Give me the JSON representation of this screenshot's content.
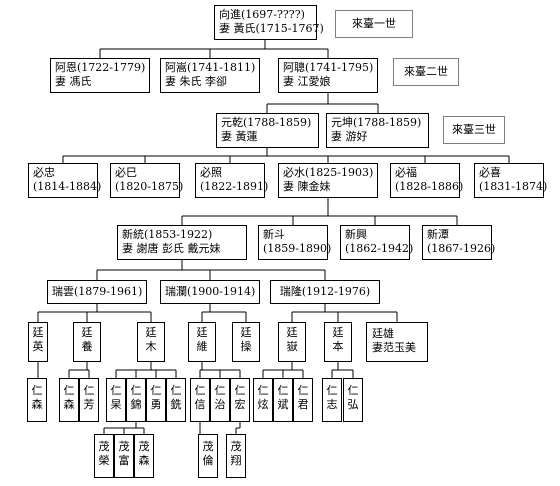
{
  "generations": [
    "來臺一世",
    "來臺二世",
    "來臺三世"
  ],
  "gen1": {
    "line1": "向進(1697-????)",
    "line2": "妻 黃氏(1715-1767)"
  },
  "gen2": [
    {
      "line1": "阿恩(1722-1779)",
      "line2": "妻 馮氏"
    },
    {
      "line1": "阿嵩(1741-1811)",
      "line2": "妻 朱氏 李卻"
    },
    {
      "line1": "阿聰(1741-1795)",
      "line2": "妻 江愛娘"
    }
  ],
  "gen3": [
    {
      "line1": "元乾(1788-1859)",
      "line2": "妻 黃蓮"
    },
    {
      "line1": "元坤(1788-1859)",
      "line2": "妻 游好"
    }
  ],
  "gen4": [
    {
      "line1": "必忠",
      "line2": "(1814-1884)"
    },
    {
      "line1": "必巳",
      "line2": "(1820-1875)"
    },
    {
      "line1": "必照",
      "line2": "(1822-1891)"
    },
    {
      "line1": "必水(1825-1903)",
      "line2": "妻 陳金妹"
    },
    {
      "line1": "必福",
      "line2": "(1828-1886)"
    },
    {
      "line1": "必喜",
      "line2": "(1831-1874)"
    }
  ],
  "gen5": [
    {
      "line1": "新統(1853-1922)",
      "line2": "妻 謝唐 彭氏  戴元妹"
    },
    {
      "line1": "新斗",
      "line2": "(1859-1890)"
    },
    {
      "line1": "新興",
      "line2": "(1862-1942)"
    },
    {
      "line1": "新潭",
      "line2": "(1867-1926)"
    }
  ],
  "gen6": [
    "瑞雲(1879-1961)",
    "瑞瀾(1900-1914)",
    "瑞隆(1912-1976)"
  ],
  "gen7": [
    "廷英",
    "廷養",
    "廷木",
    "廷維",
    "廷操",
    "廷嶽",
    "廷本",
    {
      "line1": "廷雄",
      "line2": "妻范玉美"
    }
  ],
  "gen8": [
    "仁森",
    "仁森",
    "仁芳",
    "仁杲",
    "仁錦",
    "仁勇",
    "仁銑",
    "仁信",
    "仁治",
    "仁宏",
    "仁炫",
    "仁斌",
    "仁君",
    "仁志",
    "仁弘"
  ],
  "gen9": [
    "茂榮",
    "茂富",
    "茂森",
    "茂倫",
    "茂翔"
  ]
}
